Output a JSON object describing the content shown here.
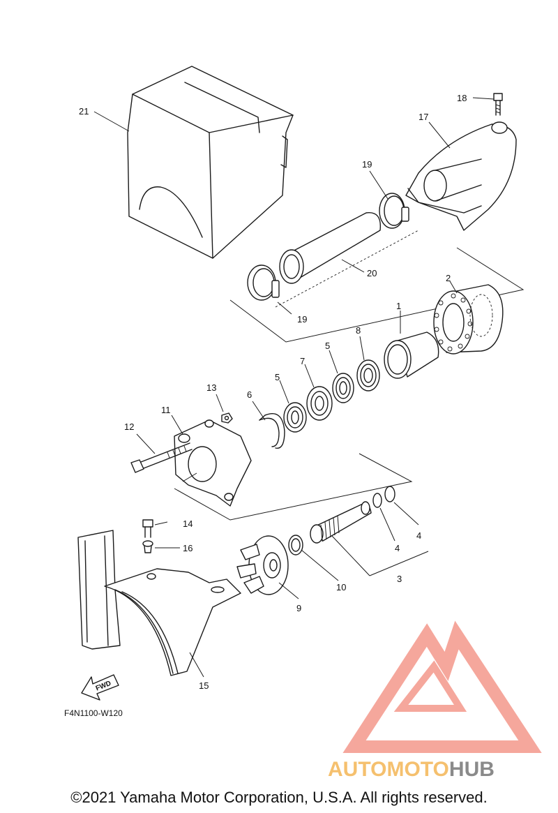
{
  "diagram": {
    "callouts": {
      "c1": "1",
      "c2": "2",
      "c3": "3",
      "c4a": "4",
      "c4b": "4",
      "c5a": "5",
      "c5b": "5",
      "c6": "6",
      "c7": "7",
      "c8": "8",
      "c9": "9",
      "c10": "10",
      "c11": "11",
      "c12": "12",
      "c13": "13",
      "c14": "14",
      "c15": "15",
      "c16": "16",
      "c17": "17",
      "c18": "18",
      "c19a": "19",
      "c19b": "19",
      "c20": "20",
      "c21": "21"
    },
    "fwd_label": "FWD",
    "diagram_code": "F4N1100-W120"
  },
  "watermark": {
    "brand_part1": "AUTOMOTO",
    "brand_part2": "HUB",
    "color_part1": "#f5c06e",
    "color_part2": "#8a8a8a",
    "logo_color": "#f28a7c"
  },
  "footer": {
    "copyright": "©2021 Yamaha Motor Corporation, U.S.A. All rights reserved."
  }
}
